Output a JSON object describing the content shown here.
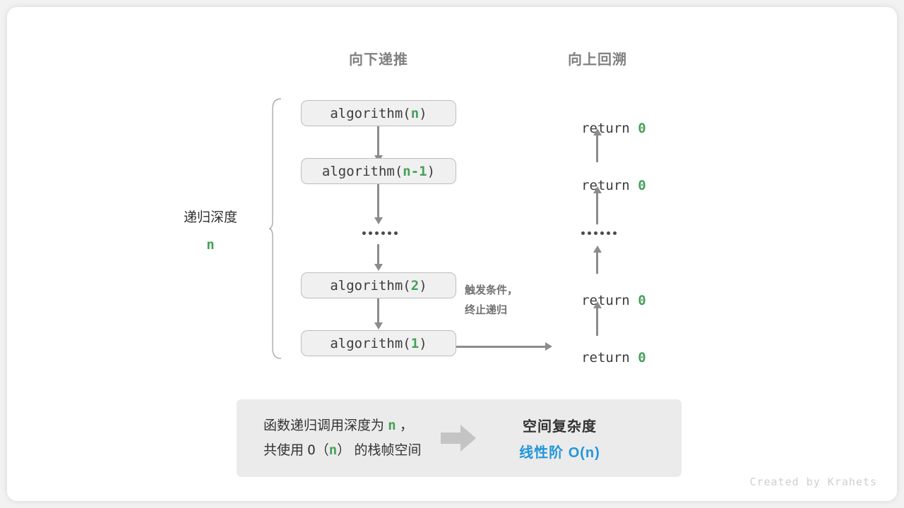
{
  "diagram": {
    "columns": {
      "down": "向下递推",
      "up": "向上回溯"
    },
    "depth_label": {
      "title": "递归深度",
      "value": "n"
    },
    "call_stack": [
      {
        "prefix": "algorithm(",
        "arg": "n",
        "suffix": ")"
      },
      {
        "prefix": "algorithm(",
        "arg": "n-1",
        "suffix": ")"
      },
      {
        "ellipsis": "••••••"
      },
      {
        "prefix": "algorithm(",
        "arg": "2",
        "suffix": ")"
      },
      {
        "prefix": "algorithm(",
        "arg": "1",
        "suffix": ")"
      }
    ],
    "returns": [
      {
        "prefix": "return ",
        "value": "0"
      },
      {
        "prefix": "return ",
        "value": "0"
      },
      {
        "ellipsis": "••••••"
      },
      {
        "prefix": "return ",
        "value": "0"
      },
      {
        "prefix": "return ",
        "value": "0"
      }
    ],
    "trigger_note": {
      "line1": "触发条件，",
      "line2": "终止递归"
    }
  },
  "summary": {
    "left_line1_a": "函数递归调用深度为 ",
    "left_line1_n": "n",
    "left_line1_b": " ，",
    "left_line2_a": "共使用 ",
    "left_line2_o": "O（",
    "left_line2_n": "n",
    "left_line2_c": "）",
    "left_line2_b": " 的栈帧空间",
    "title": "空间复杂度",
    "value": "线性阶 O(n)"
  },
  "watermark": "Created by Krahets",
  "colors": {
    "accent_green": "#45a05a",
    "accent_blue": "#2196d9",
    "arrow_gray": "#8c8c8c",
    "box_fill": "#f0f0f0",
    "panel_fill": "#ebebeb"
  }
}
